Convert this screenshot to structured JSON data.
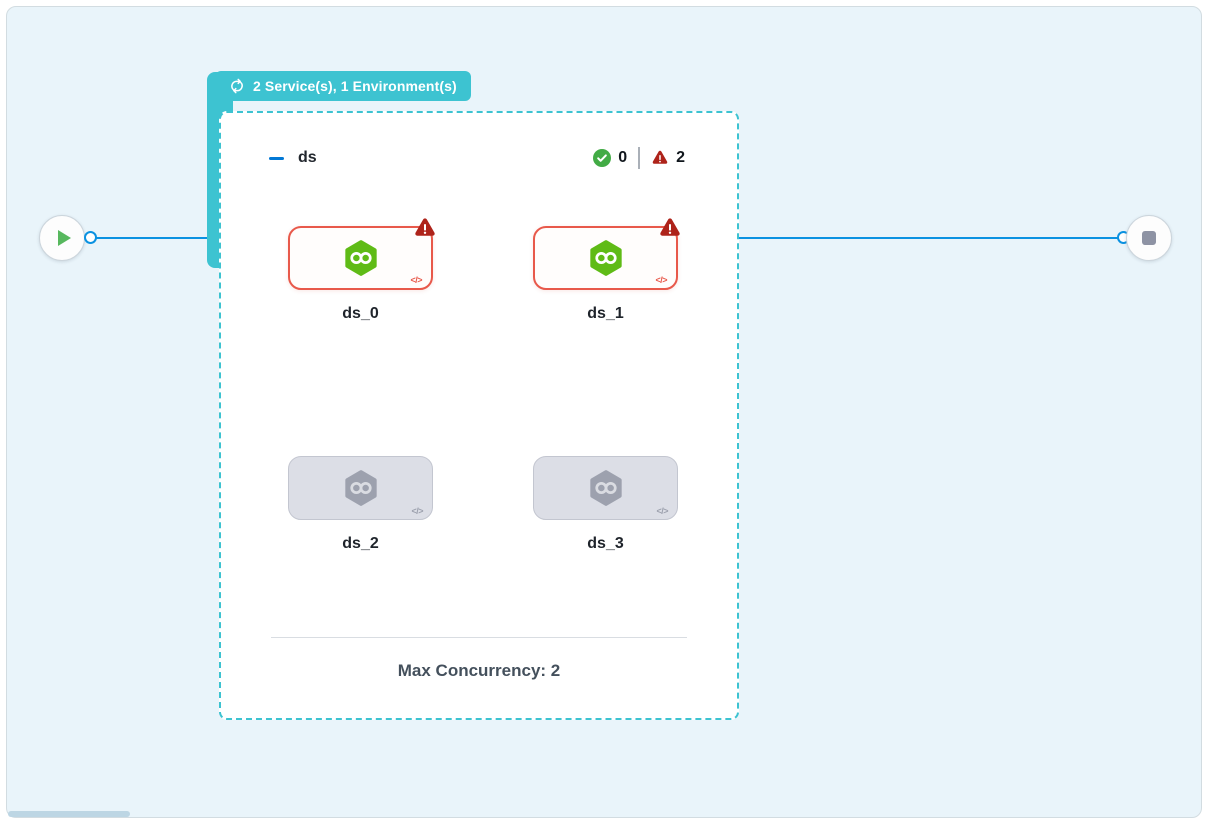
{
  "colors": {
    "canvas_bg": "#e9f4fa",
    "teal_accent": "#3dc3d1",
    "flow_line_blue": "#0b92e1",
    "failed_border_red": "#e8594b",
    "alert_red": "#ae231a",
    "success_green": "#42ab45",
    "service_icon_green": "#5fbb16",
    "pending_gray": "#dcdee6",
    "collapse_blue": "#0278d5"
  },
  "badge": {
    "label": "2 Service(s), 1 Environment(s)"
  },
  "group": {
    "title": "ds",
    "success_count": "0",
    "fail_count": "2",
    "footer": "Max Concurrency: 2",
    "nodes": [
      {
        "label": "ds_0",
        "status": "failed"
      },
      {
        "label": "ds_1",
        "status": "failed"
      },
      {
        "label": "ds_2",
        "status": "pending"
      },
      {
        "label": "ds_3",
        "status": "pending"
      }
    ]
  },
  "icons": {
    "code_glyph": "</>"
  }
}
